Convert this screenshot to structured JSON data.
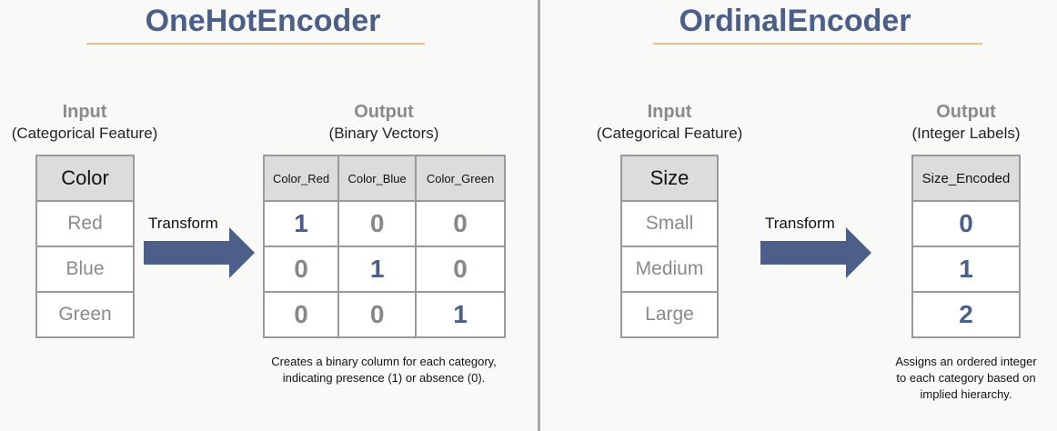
{
  "onehot": {
    "title": "OneHotEncoder",
    "input_label": "Input",
    "input_sub": "(Categorical Feature)",
    "input_header": "Color",
    "input_values": [
      "Red",
      "Blue",
      "Green"
    ],
    "transform": "Transform",
    "output_label": "Output",
    "output_sub": "(Binary Vectors)",
    "output_headers": [
      "Color_Red",
      "Color_Blue",
      "Color_Green"
    ],
    "output_rows": [
      [
        "1",
        "0",
        "0"
      ],
      [
        "0",
        "1",
        "0"
      ],
      [
        "0",
        "0",
        "1"
      ]
    ],
    "caption": [
      "Creates a binary column for each category,",
      "indicating presence (1) or absence (0)."
    ]
  },
  "ordinal": {
    "title": "OrdinalEncoder",
    "input_label": "Input",
    "input_sub": "(Categorical Feature)",
    "input_header": "Size",
    "input_values": [
      "Small",
      "Medium",
      "Large"
    ],
    "transform": "Transform",
    "output_label": "Output",
    "output_sub": "(Integer Labels)",
    "output_header": "Size_Encoded",
    "output_values": [
      "0",
      "1",
      "2"
    ],
    "caption": [
      "Assigns an ordered integer",
      "to each category based on",
      "implied hierarchy."
    ]
  },
  "colors": {
    "accent": "#4b5f88",
    "underline": "#f0b98c"
  }
}
